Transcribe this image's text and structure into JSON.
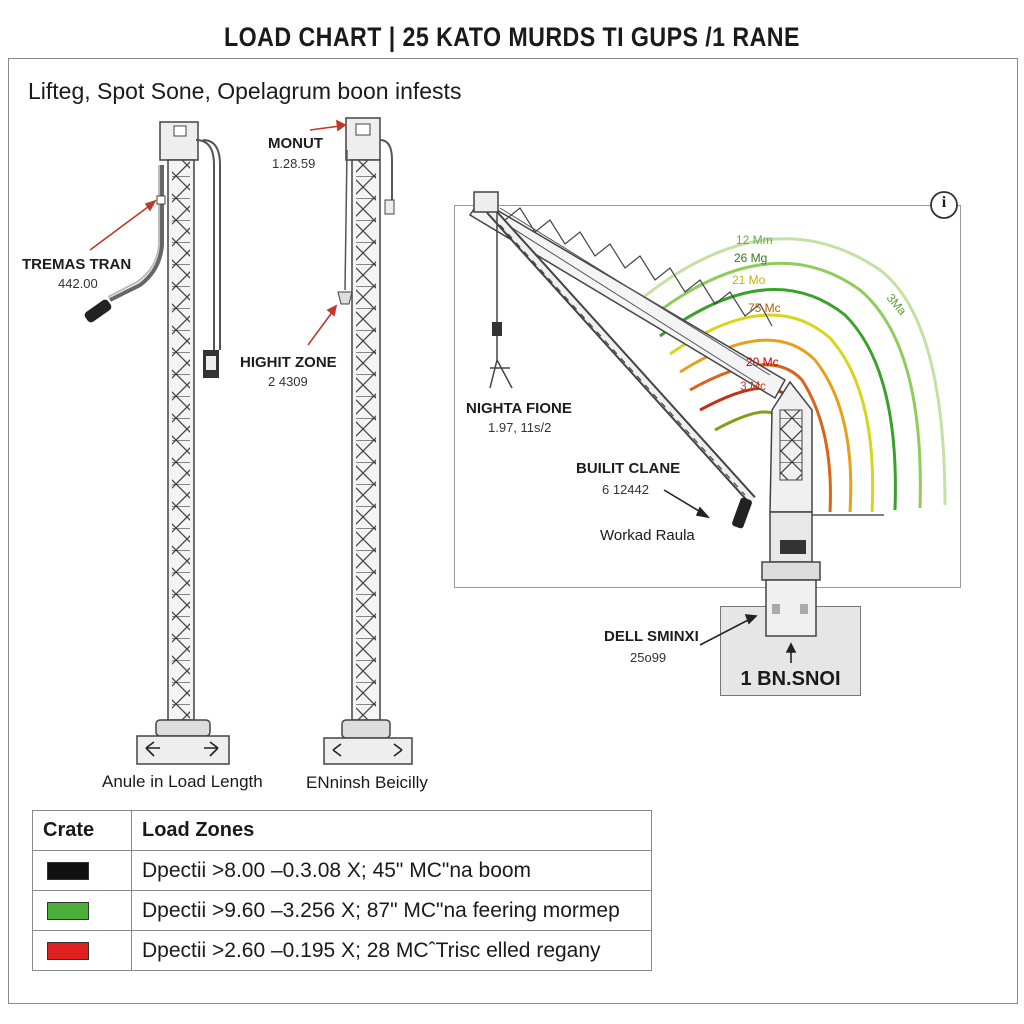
{
  "title": "LOAD CHART | 25 KATO MURDS TI GUPS /1 RANE",
  "subtitle": "Lifteg, Spot Sone, Opelagrum boon infests",
  "labels": {
    "tremas": {
      "name": "TREMAS TRAN",
      "value": "442.00"
    },
    "monut": {
      "name": "MONUT",
      "value": "1.28.59"
    },
    "hight_zone": {
      "name": "HIGHIT ZONE",
      "value": "2 4309"
    },
    "nighta": {
      "name": "NIGHTA FIONE",
      "value": "1.97, 11s/2"
    },
    "built": {
      "name": "BUILIT CLANE",
      "value": "6 12442"
    },
    "workad": "Workad Raula",
    "dell": {
      "name": "DELL SMINXI",
      "value": "25o99"
    },
    "base": "1 BN.SNOI",
    "tower1_caption": "Anule in Load Length",
    "tower2_caption": "ENninsh Beicilly",
    "info_icon": "i"
  },
  "radius_labels": [
    {
      "text": "12 Mm",
      "color": "#6aa84f"
    },
    {
      "text": "26 Mg",
      "color": "#38761d"
    },
    {
      "text": "21 Mo",
      "color": "#c9b200"
    },
    {
      "text": "75 Mc",
      "color": "#b45f06"
    },
    {
      "text": "20 Mc",
      "color": "#cc0000"
    },
    {
      "text": "3 Mc",
      "color": "#cc4125"
    },
    {
      "text": "3Ma",
      "color": "#5b9b2c"
    }
  ],
  "zone_colors": [
    "#c5e0a5",
    "#8fcc5a",
    "#3aa12a",
    "#d6d61a",
    "#e8a01a",
    "#d9641a",
    "#c0301a",
    "#8a9a1a"
  ],
  "legend": {
    "headers": [
      "Crate",
      "Load Zones"
    ],
    "rows": [
      {
        "color": "#111111",
        "text": "Dpectii >8.00 –0.3.08  X; 45\" MC\"na boom"
      },
      {
        "color": "#4caf3a",
        "text": "Dpectii >9.60 –3.256  X; 87\" MC\"na feering mormep"
      },
      {
        "color": "#e02020",
        "text": "Dpectii >2.60 –0.195  X; 28  MCˆTrisc elled regany"
      }
    ]
  }
}
